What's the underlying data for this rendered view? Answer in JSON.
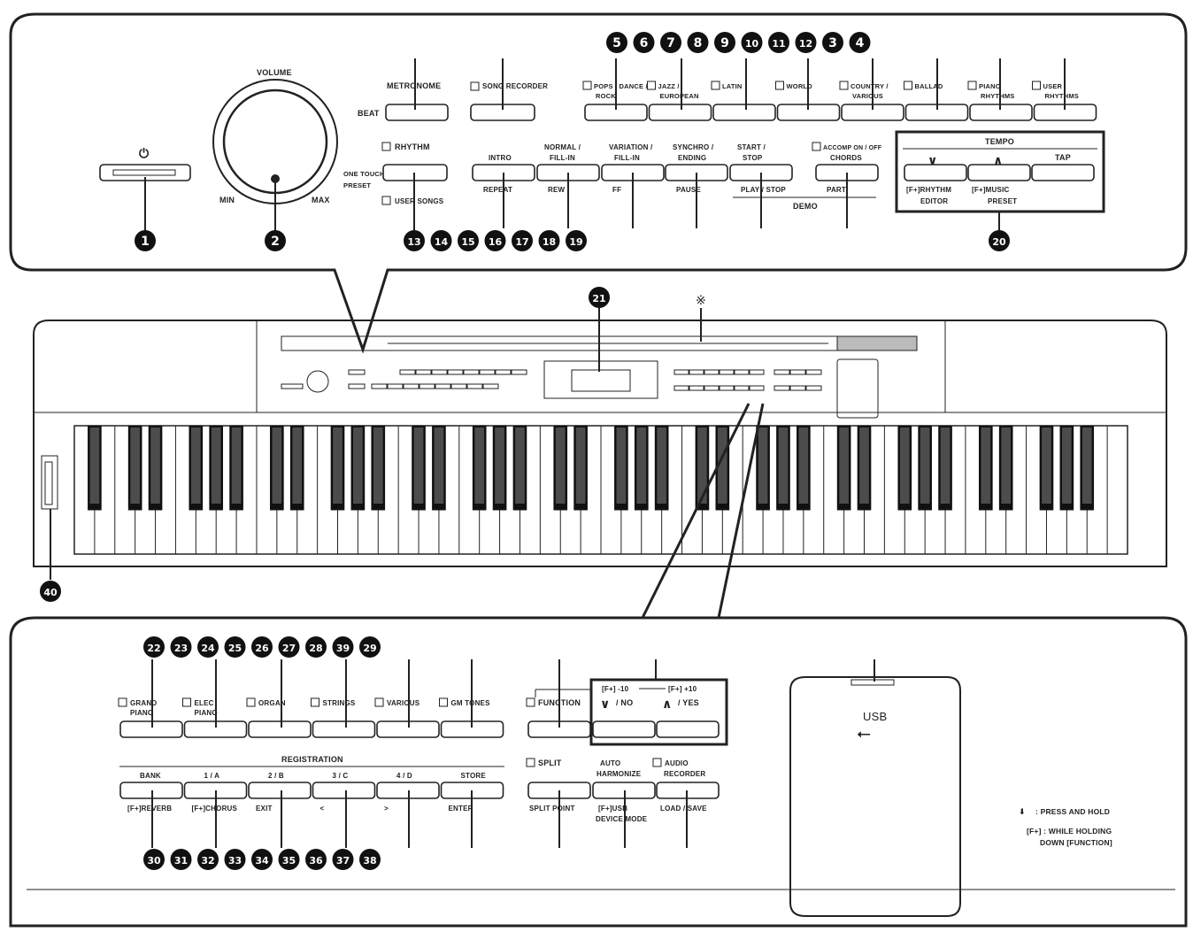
{
  "top": {
    "power_icon": "power-icon",
    "volume": {
      "title": "VOLUME",
      "min": "MIN",
      "max": "MAX"
    },
    "metronome": {
      "label": "METRONOME",
      "beat": "BEAT"
    },
    "song_recorder": "SONG RECORDER",
    "one_touch_preset": {
      "line1": "ONE TOUCH",
      "line2": "PRESET"
    },
    "rhythm": "RHYTHM",
    "user_songs": "USER SONGS",
    "rhythm_groups": [
      "POPS / DANCE / ROCK",
      "JAZZ / EUROPEAN",
      "LATIN",
      "WORLD",
      "COUNTRY / VARIOUS",
      "BALLAD",
      "PIANO RHYTHMS",
      "USER RHYTHMS"
    ],
    "intro": {
      "top": "INTRO",
      "bottom": "REPEAT"
    },
    "normal_fill": {
      "top1": "NORMAL /",
      "top2": "FILL-IN",
      "bottom": "REW"
    },
    "variation_fill": {
      "top1": "VARIATION /",
      "top2": "FILL-IN",
      "bottom": "FF"
    },
    "synchro": {
      "top1": "SYNCHRO /",
      "top2": "ENDING",
      "bottom": "PAUSE"
    },
    "start_stop": {
      "top1": "START /",
      "top2": "STOP",
      "bottom": "PLAY / STOP"
    },
    "accomp": {
      "top": "ACCOMP ON / OFF",
      "chords": "CHORDS",
      "bottom": "PART"
    },
    "demo": "DEMO",
    "tempo": {
      "title": "TEMPO",
      "tap": "TAP",
      "rhythm_editor1": "[F+]RHYTHM",
      "rhythm_editor2": "EDITOR",
      "music_preset1": "[F+]MUSIC",
      "music_preset2": "PRESET"
    },
    "callouts_top": [
      "5",
      "6",
      "7",
      "8",
      "9",
      "10",
      "11",
      "12",
      "3",
      "4"
    ],
    "callouts_row1": [
      "1",
      "2"
    ],
    "callouts_row2": [
      "13",
      "14",
      "15",
      "16",
      "17",
      "18",
      "19"
    ],
    "callout_20": "20"
  },
  "middle": {
    "callout_21": "21",
    "asterisk": "※",
    "callout_40": "40"
  },
  "bottom": {
    "tone_buttons": [
      "GRAND PIANO",
      "ELEC PIANO",
      "ORGAN",
      "STRINGS",
      "VARIOUS",
      "GM TONES"
    ],
    "registration": "REGISTRATION",
    "reg_buttons": [
      "BANK",
      "1 / A",
      "2 / B",
      "3 / C",
      "4 / D",
      "STORE"
    ],
    "reg_sub": [
      "[F+]REVERB",
      "[F+]CHORUS",
      "EXIT",
      "<",
      ">",
      "ENTER"
    ],
    "function": "FUNCTION",
    "minus10": "[F+] -10",
    "plus10": "[F+] +10",
    "no": "/ NO",
    "yes": "/ YES",
    "split": "SPLIT",
    "split_point": "SPLIT POINT",
    "auto_harmonize": {
      "line1": "AUTO",
      "line2": "HARMONIZE"
    },
    "usb_device_mode": {
      "line1": "[F+]USB",
      "line2": "DEVICE MODE"
    },
    "audio_recorder": {
      "line1": "AUDIO",
      "line2": "RECORDER"
    },
    "load_save": "LOAD / SAVE",
    "usb": "USB",
    "legend": {
      "press_hold": ": PRESS AND HOLD",
      "while_holding1": "[F+] : WHILE HOLDING",
      "while_holding2": "DOWN [FUNCTION]"
    },
    "callouts_top": [
      "22",
      "23",
      "24",
      "25",
      "26",
      "27",
      "28",
      "39",
      "29"
    ],
    "callouts_bottom": [
      "30",
      "31",
      "32",
      "33",
      "34",
      "35",
      "36",
      "37",
      "38"
    ]
  },
  "colors": {
    "ink": "#222222",
    "paper": "#ffffff"
  }
}
